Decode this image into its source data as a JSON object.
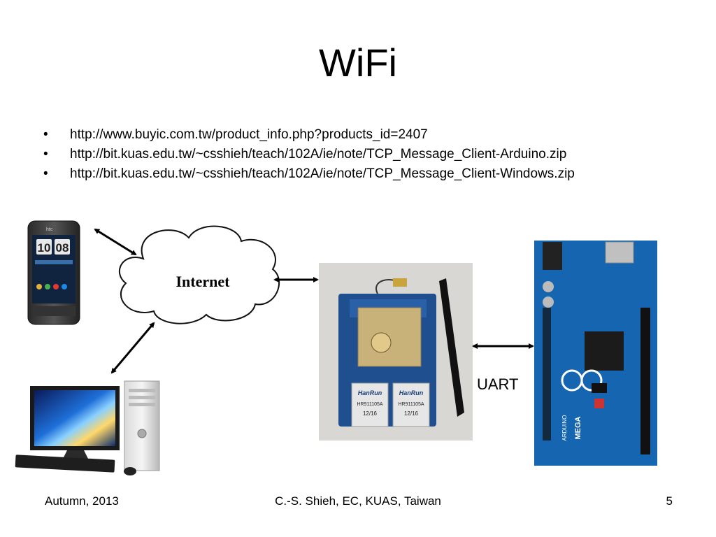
{
  "slide": {
    "title": "WiFi",
    "bullets": [
      "http://www.buyic.com.tw/product_info.php?products_id=2407",
      "http://bit.kuas.edu.tw/~csshieh/teach/102A/ie/note/TCP_Message_Client-Arduino.zip",
      "http://bit.kuas.edu.tw/~csshieh/teach/102A/ie/note/TCP_Message_Client-Windows.zip"
    ],
    "bullet_symbol": "•"
  },
  "diagram": {
    "cloud_label": "Internet",
    "uart_label": "UART",
    "phone_time_hours": "10",
    "phone_time_minutes": "08",
    "phone_brand": "htc",
    "jack_brand": "HanRun",
    "jack_part": "HR911105A",
    "jack_date": "12/16",
    "board_name": "MEGA",
    "board_brand": "ARDUINO"
  },
  "footer": {
    "left": "Autumn, 2013",
    "center": "C.-S. Shieh, EC, KUAS, Taiwan",
    "page": "5"
  },
  "colors": {
    "background": "#ffffff",
    "text": "#000000",
    "arrow": "#000000",
    "pcb_blue": "#1f4f8f",
    "arduino_blue": "#1565b0"
  }
}
